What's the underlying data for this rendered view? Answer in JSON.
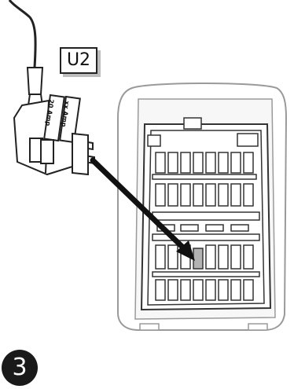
{
  "diagram": {
    "component_label": "U2",
    "fuse_tap_labels": {
      "lower_slot": "20 Amp",
      "upper_slot": "xx Amp"
    },
    "step_number": "3"
  }
}
